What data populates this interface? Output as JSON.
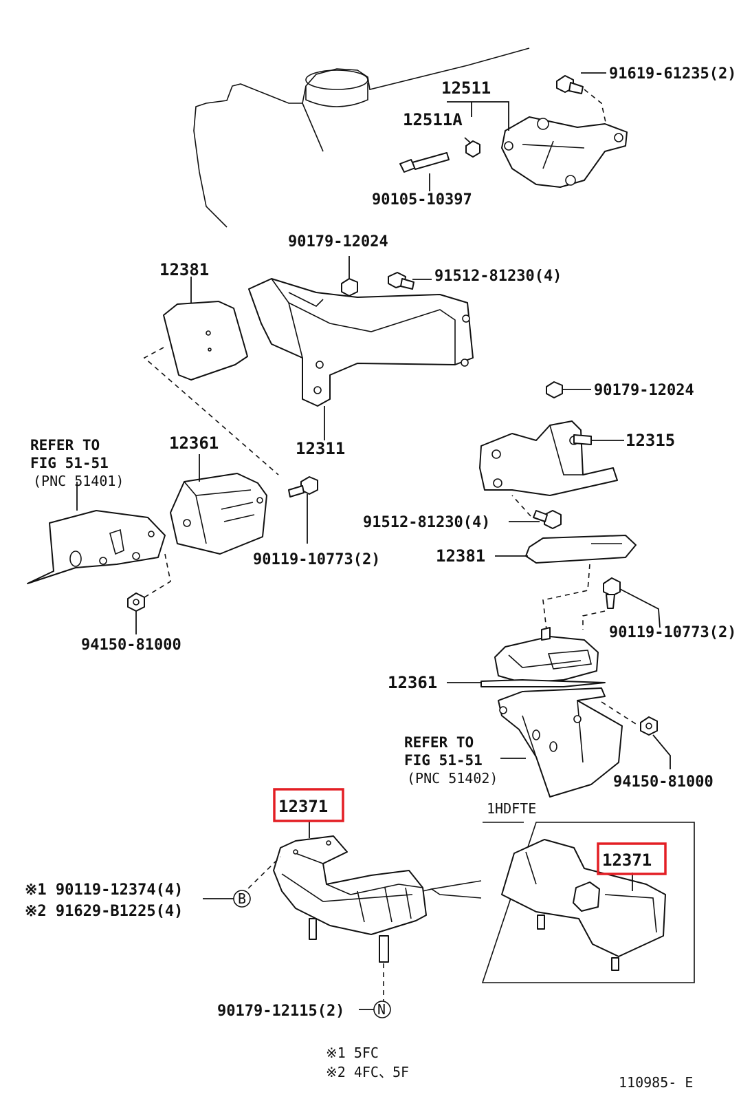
{
  "diagram": {
    "labels": {
      "p12511": "12511",
      "p12511a": "12511A",
      "p91619": "91619-61235(2)",
      "p90105": "90105-10397",
      "p90179_top": "90179-12024",
      "p12381_left": "12381",
      "p91512_top": "91512-81230(4)",
      "p12311": "12311",
      "p90179_right": "90179-12024",
      "p12315": "12315",
      "refer_left_1": "REFER TO",
      "refer_left_2": "FIG 51-51",
      "refer_left_3": "(PNC 51401)",
      "p12361_left": "12361",
      "p90119_left": "90119-10773(2)",
      "p91512_right": "91512-81230(4)",
      "p12381_right": "12381",
      "p94150_left": "94150-81000",
      "p90119_right": "90119-10773(2)",
      "p12361_right": "12361",
      "refer_right_1": "REFER TO",
      "refer_right_2": "FIG 51-51",
      "refer_right_3": "(PNC 51402)",
      "p94150_right": "94150-81000",
      "p12371_main": "12371",
      "inset_title": "1HDFTE",
      "p12371_inset": "12371",
      "note_1": "※1 90119-12374(4)",
      "note_2": "※2 91629-B1225(4)",
      "callout_b": "B",
      "p90179_bottom": "90179-12115(2)",
      "callout_n": "N",
      "legend_1": "※1  5FC",
      "legend_2": "※2  4FC、5F",
      "figure_code": "110985- E"
    },
    "highlight_color": "#e31e24"
  }
}
